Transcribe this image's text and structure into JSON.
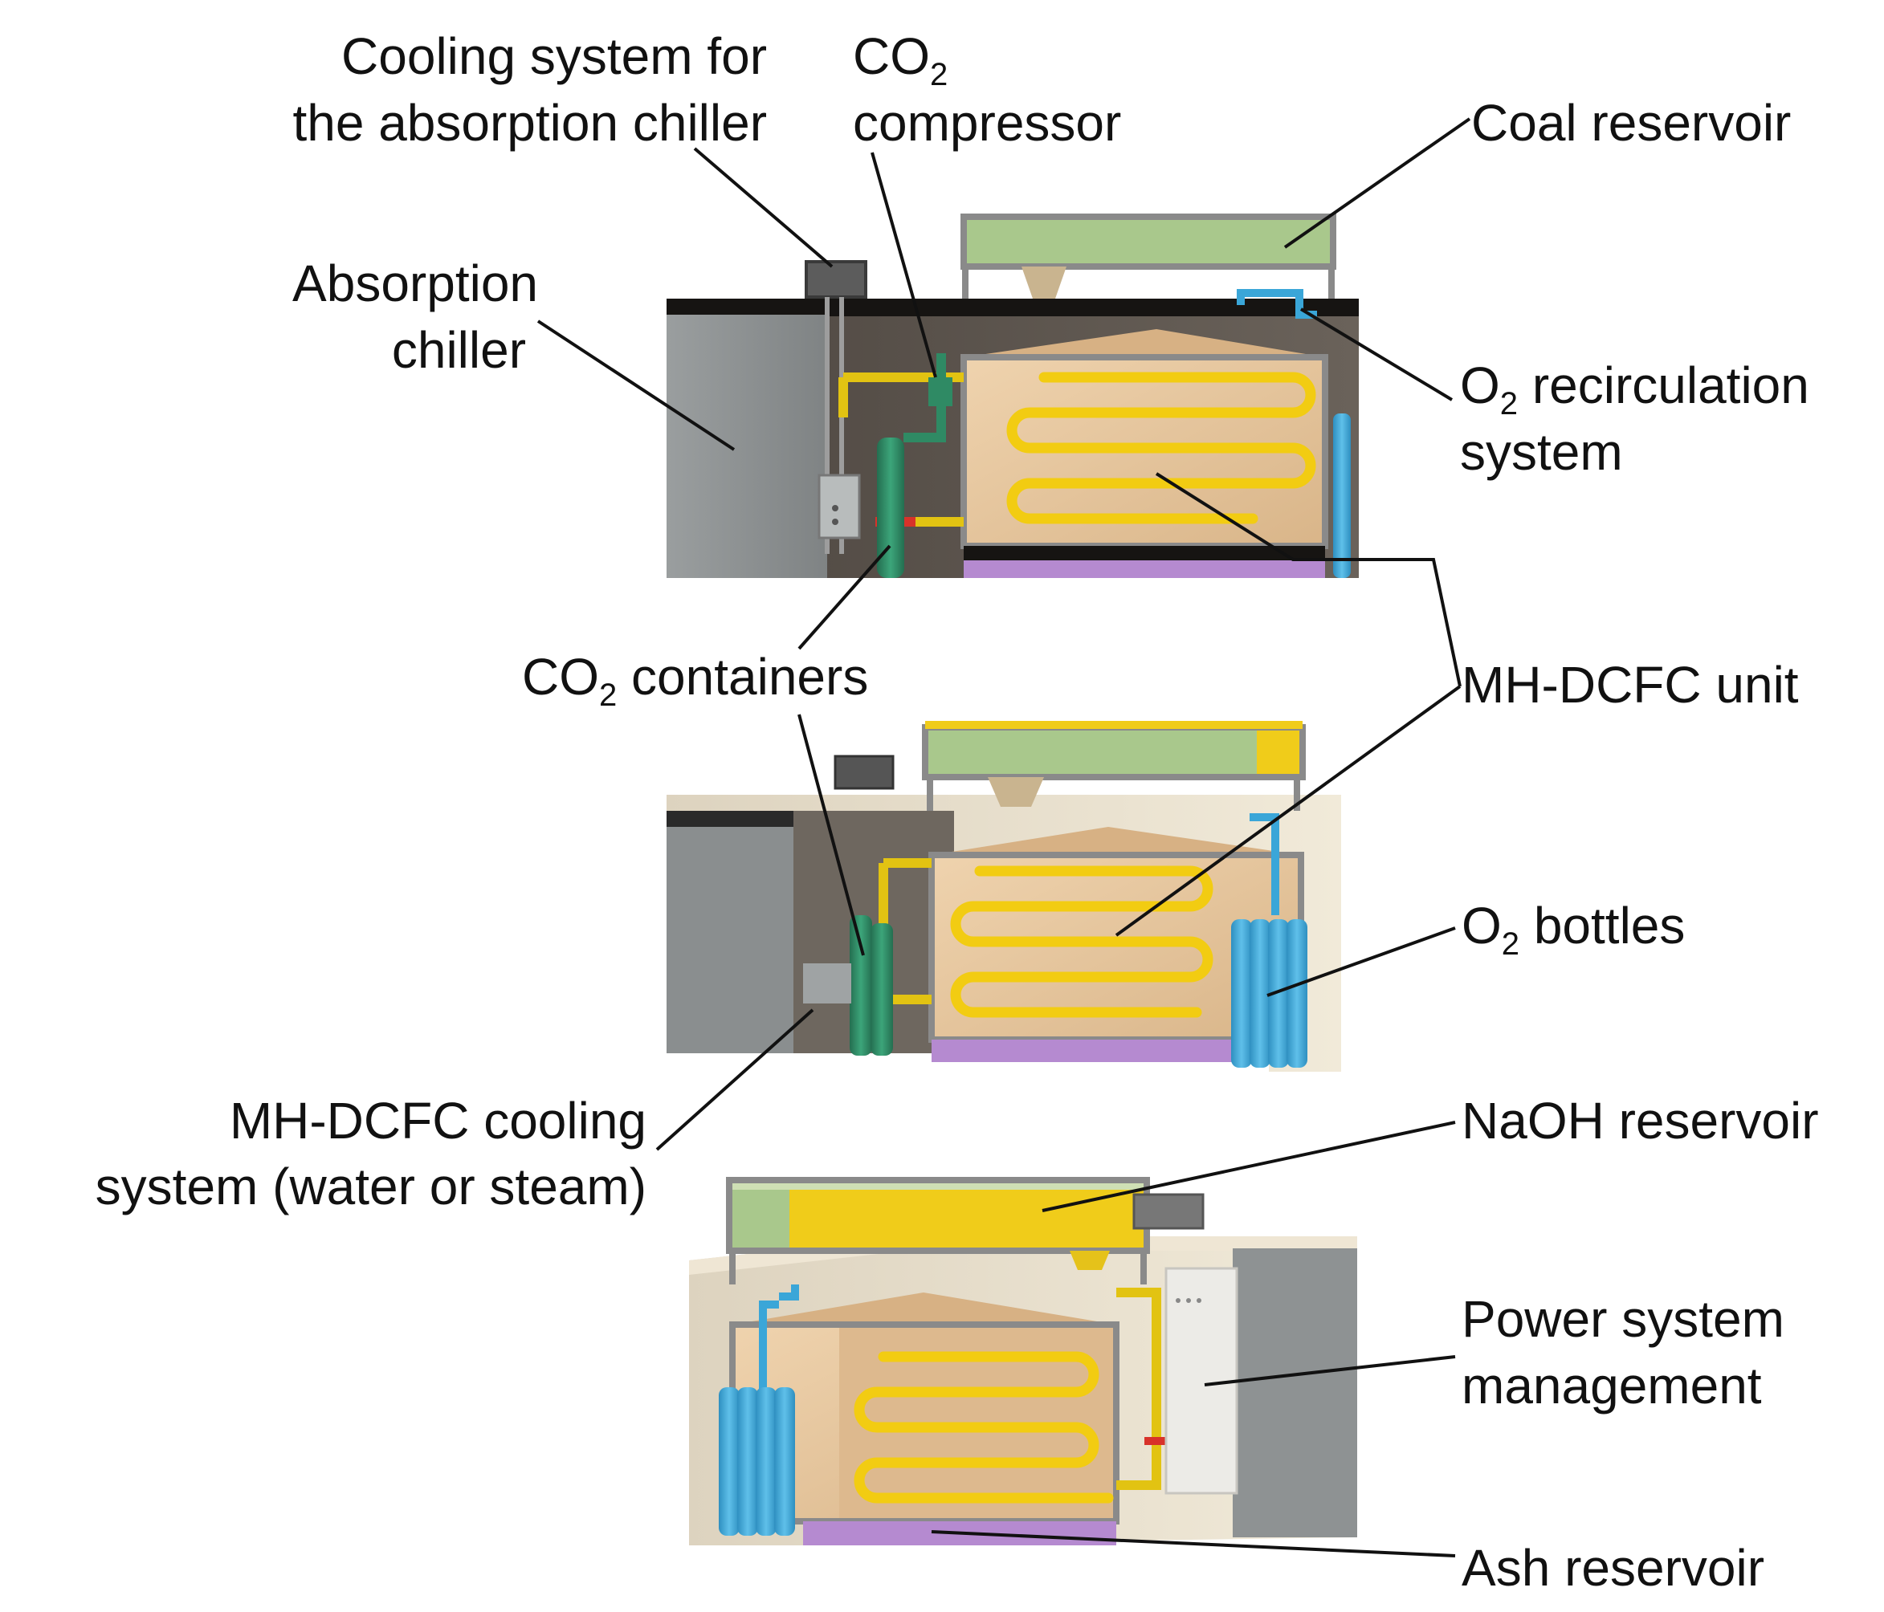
{
  "labels": {
    "cooling_system_chiller": [
      "Cooling system for",
      "the absorption chiller"
    ],
    "co2_compressor": {
      "line1_main": "CO",
      "line1_sub": "2",
      "line2": "compressor"
    },
    "coal_reservoir": "Coal reservoir",
    "absorption_chiller": [
      "Absorption",
      "chiller"
    ],
    "o2_recirculation": {
      "line1_main": "O",
      "line1_sub": "2",
      "line1_rest": " recirculation",
      "line2": "system"
    },
    "co2_containers": {
      "main": "CO",
      "sub": "2",
      "rest": " containers"
    },
    "mh_dcfc_unit": "MH-DCFC unit",
    "o2_bottles": {
      "main": "O",
      "sub": "2",
      "rest": " bottles"
    },
    "mh_dcfc_cooling": [
      "MH-DCFC cooling",
      "system (water or steam)"
    ],
    "naoh_reservoir": "NaOH reservoir",
    "power_system_management": [
      "Power system",
      "management"
    ],
    "ash_reservoir": "Ash reservoir"
  },
  "colors": {
    "coal_green": "#a9c88c",
    "naoh_yellow": "#f0cc1a",
    "unit_tan": "#e6c39a",
    "coil_yellow": "#f2cc12",
    "o2_blue": "#3aa6d8",
    "co2_green": "#2f8a64",
    "ash_purple": "#b58ad0",
    "chiller_gray": "#8e9293",
    "container_beige": "#ece3d0"
  }
}
